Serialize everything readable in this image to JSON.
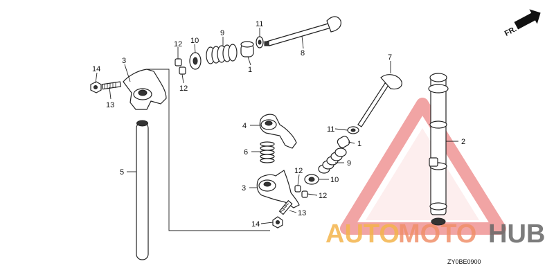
{
  "diagram": {
    "code": "ZY0BE0900",
    "front_label": "FR.",
    "callouts": {
      "c1a": "1",
      "c1b": "1",
      "c2": "2",
      "c3a": "3",
      "c3b": "3",
      "c4": "4",
      "c5": "5",
      "c6": "6",
      "c7": "7",
      "c8": "8",
      "c9a": "9",
      "c9b": "9",
      "c10a": "10",
      "c10b": "10",
      "c11a": "11",
      "c11b": "11",
      "c12a": "12",
      "c12b": "12",
      "c12c": "12",
      "c12d": "12",
      "c13a": "13",
      "c13b": "13",
      "c14a": "14",
      "c14b": "14"
    }
  },
  "watermark": {
    "word1": "AUTO",
    "word2": "MOTO",
    "word3": "HUB",
    "color_auto": "#f4b44c",
    "color_moto": "#f0906a",
    "color_hub": "#666666",
    "triangle_color": "#e65a5a"
  }
}
